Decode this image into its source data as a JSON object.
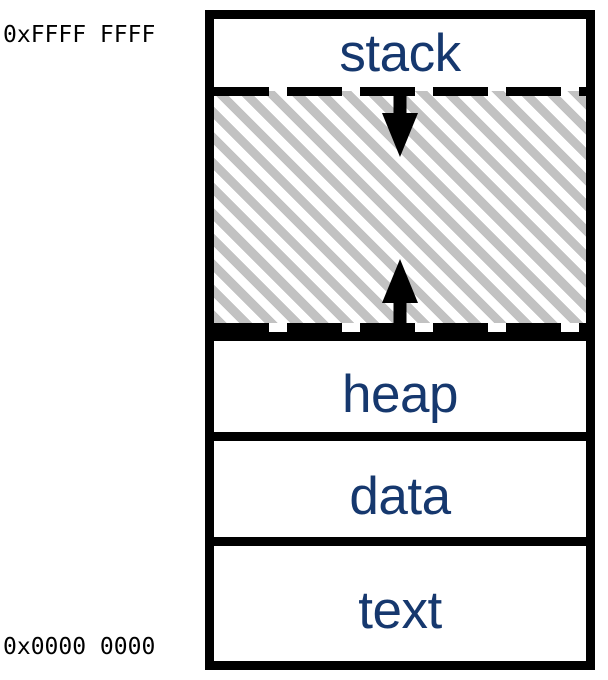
{
  "diagram": {
    "title": "process-virtual-address-space",
    "colors": {
      "segment_label": "#16386e",
      "border": "#000000",
      "hatch_gray": "#c2c2c2",
      "background": "#ffffff",
      "address_label": "#000000"
    },
    "addresses": {
      "top": "0xFFFF FFFF",
      "bottom": "0x0000 0000"
    },
    "segments": [
      {
        "key": "stack",
        "label": "stack",
        "fill": "white"
      },
      {
        "key": "free",
        "label": "",
        "fill": "hatched"
      },
      {
        "key": "heap",
        "label": "heap",
        "fill": "white"
      },
      {
        "key": "data",
        "label": "data",
        "fill": "white"
      },
      {
        "key": "text",
        "label": "text",
        "fill": "white"
      }
    ],
    "arrows": [
      {
        "key": "stack-growth",
        "direction": "down",
        "icon": "arrow-down-icon"
      },
      {
        "key": "heap-growth",
        "direction": "up",
        "icon": "arrow-up-icon"
      }
    ],
    "separators": [
      {
        "key": "stack-free",
        "style": "dashed"
      },
      {
        "key": "free-heap",
        "style": "dashed"
      },
      {
        "key": "heap-data",
        "style": "solid"
      },
      {
        "key": "data-text",
        "style": "solid"
      }
    ]
  }
}
